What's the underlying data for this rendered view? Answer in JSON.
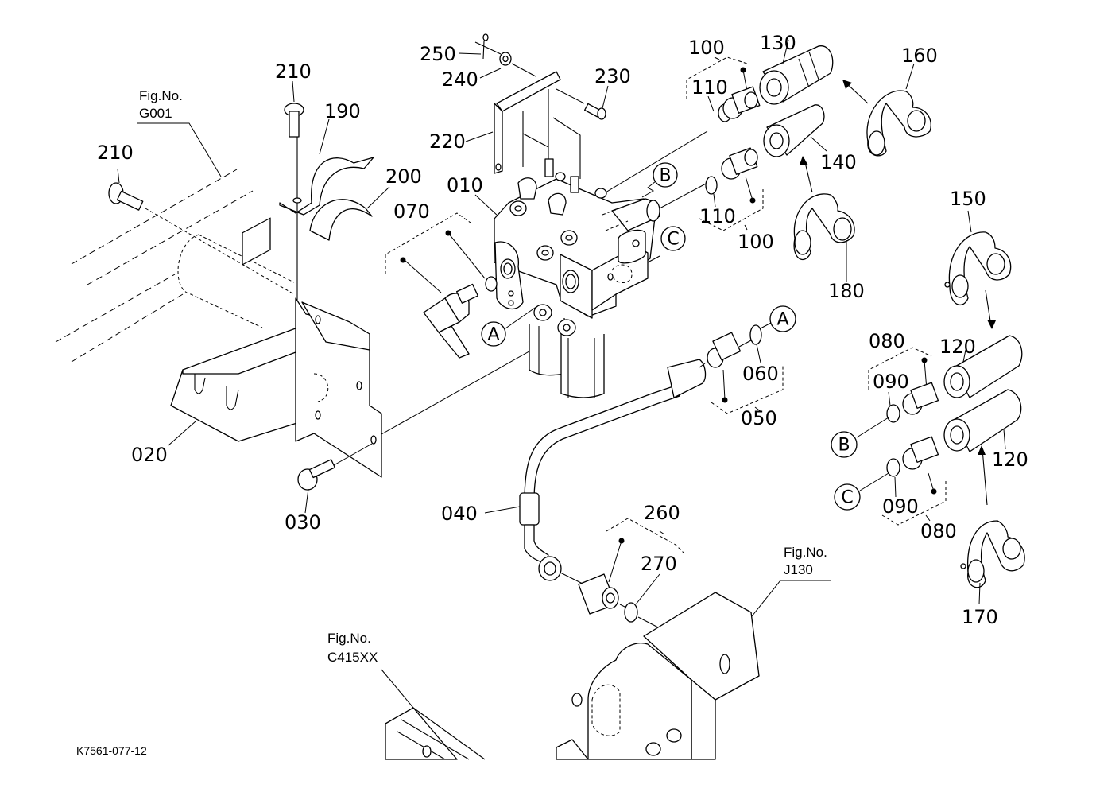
{
  "diagram": {
    "title": "Exploded parts diagram - hydraulic control valve and couplers",
    "drawing_code": "K7561-077-12",
    "figure_references": [
      {
        "id": "g001",
        "line1": "Fig.No.",
        "line2": "G001"
      },
      {
        "id": "j130",
        "line1": "Fig.No.",
        "line2": "J130"
      },
      {
        "id": "c415xx",
        "line1": "Fig.No.",
        "line2": "C415XX"
      }
    ],
    "connection_markers": {
      "A": "A",
      "B": "B",
      "C": "C"
    },
    "part_labels": {
      "p010": "010",
      "p020": "020",
      "p030": "030",
      "p040": "040",
      "p050": "050",
      "p060": "060",
      "p070": "070",
      "p080a": "080",
      "p080b": "080",
      "p090a": "090",
      "p090b": "090",
      "p100a": "100",
      "p100b": "100",
      "p110a": "110",
      "p110b": "110",
      "p120a": "120",
      "p120b": "120",
      "p130": "130",
      "p140": "140",
      "p150": "150",
      "p160": "160",
      "p170": "170",
      "p180": "180",
      "p190": "190",
      "p200": "200",
      "p210a": "210",
      "p210b": "210",
      "p220": "220",
      "p230": "230",
      "p240": "240",
      "p250": "250",
      "p260": "260",
      "p270": "270"
    }
  }
}
